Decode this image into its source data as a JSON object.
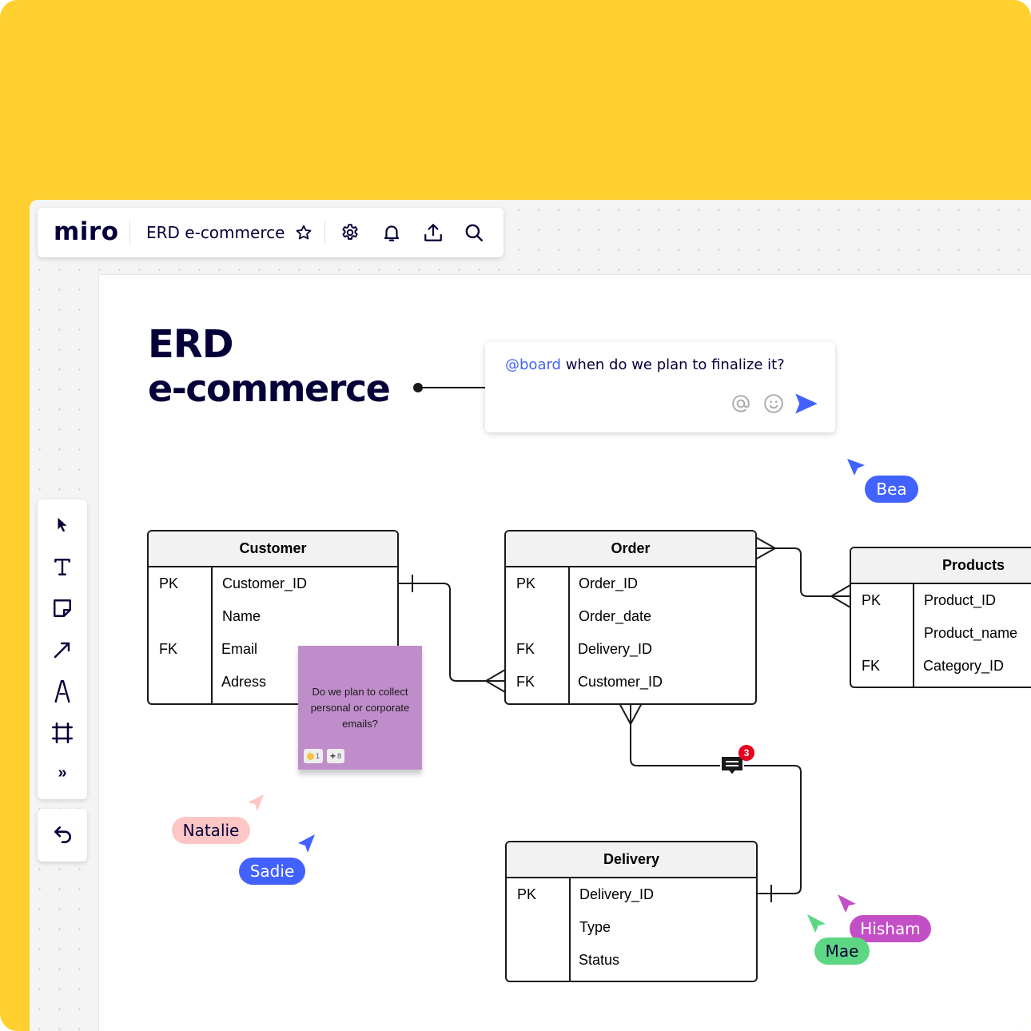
{
  "app": {
    "logo": "miro",
    "board_title": "ERD e-commerce"
  },
  "topbar_icons": [
    "star-icon",
    "gear-icon",
    "bell-icon",
    "upload-icon",
    "search-icon"
  ],
  "toolbar": {
    "tools": [
      "select-icon",
      "text-icon",
      "sticky-note-icon",
      "arrow-icon",
      "pen-icon",
      "frame-icon",
      "more-icon"
    ],
    "more_label": "»"
  },
  "board": {
    "title_line1": "ERD",
    "title_line2": "e-commerce"
  },
  "comment": {
    "mention": "@board",
    "text": " when do we plan to finalize it?"
  },
  "tables": {
    "customer": {
      "name": "Customer",
      "rows": [
        {
          "key": "PK",
          "field": "Customer_ID"
        },
        {
          "key": "",
          "field": "Name"
        },
        {
          "key": "FK",
          "field": "Email"
        },
        {
          "key": "",
          "field": "Adress"
        }
      ]
    },
    "order": {
      "name": "Order",
      "rows": [
        {
          "key": "PK",
          "field": "Order_ID"
        },
        {
          "key": "",
          "field": "Order_date"
        },
        {
          "key": "FK",
          "field": "Delivery_ID"
        },
        {
          "key": "FK",
          "field": "Customer_ID"
        }
      ]
    },
    "products": {
      "name": "Products",
      "rows": [
        {
          "key": "PK",
          "field": "Product_ID"
        },
        {
          "key": "",
          "field": "Product_name"
        },
        {
          "key": "FK",
          "field": "Category_ID"
        }
      ]
    },
    "delivery": {
      "name": "Delivery",
      "rows": [
        {
          "key": "PK",
          "field": "Delivery_ID"
        },
        {
          "key": "",
          "field": "Type"
        },
        {
          "key": "",
          "field": "Status"
        }
      ]
    }
  },
  "sticky": {
    "text": "Do we plan to collect personal or corporate emails?",
    "reaction1": "1",
    "reaction2": "8",
    "plus": "+"
  },
  "comment_badge": {
    "count": "3"
  },
  "cursors": [
    {
      "name": "Bea",
      "color": "#4262ff",
      "text_color": "#ffffff"
    },
    {
      "name": "Natalie",
      "color": "#ffc6c6",
      "text_color": "#050038"
    },
    {
      "name": "Sadie",
      "color": "#4262ff",
      "text_color": "#ffffff"
    },
    {
      "name": "Hisham",
      "color": "#c34fc6",
      "text_color": "#ffffff"
    },
    {
      "name": "Mae",
      "color": "#5dd783",
      "text_color": "#050038"
    }
  ],
  "colors": {
    "background": "#ffd02f",
    "accent": "#4262ff",
    "ink": "#050038",
    "sticky": "#c08dcb"
  }
}
